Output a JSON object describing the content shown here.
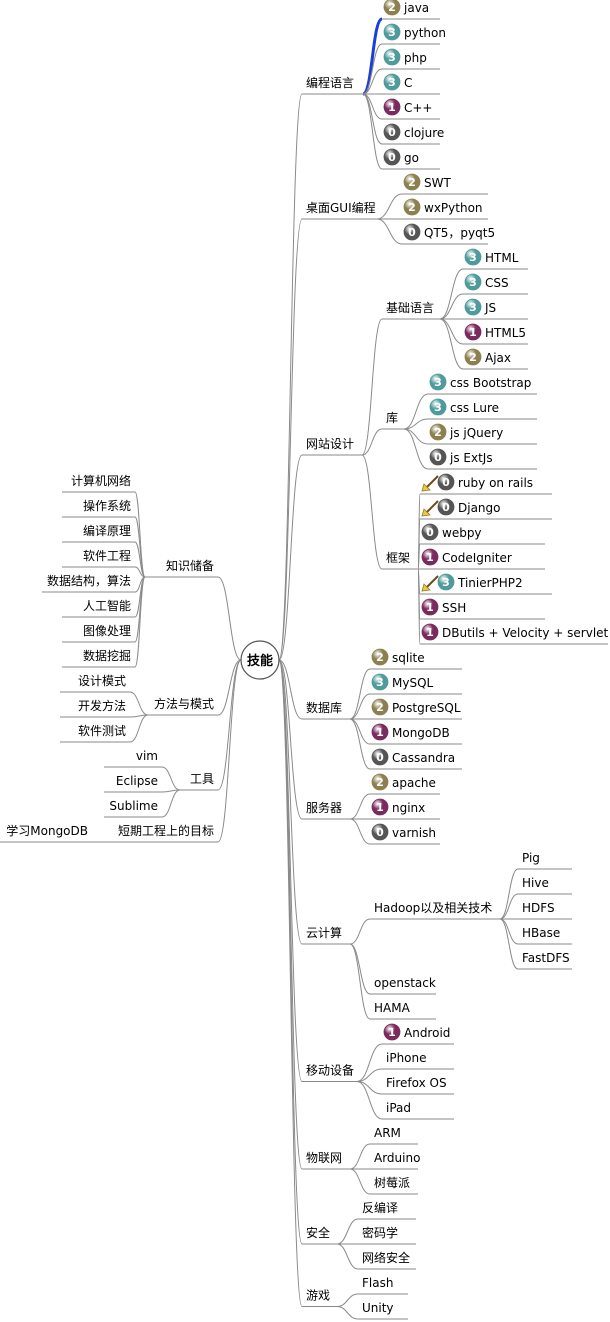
{
  "root": "技能",
  "right": [
    {
      "label": "编程语言",
      "children": [
        {
          "label": "java",
          "badge": "2",
          "selected": true
        },
        {
          "label": "python",
          "badge": "3"
        },
        {
          "label": "php",
          "badge": "3"
        },
        {
          "label": "C",
          "badge": "3"
        },
        {
          "label": "C++",
          "badge": "1"
        },
        {
          "label": "clojure",
          "badge": "0"
        },
        {
          "label": "go",
          "badge": "0"
        }
      ]
    },
    {
      "label": "桌面GUI编程",
      "children": [
        {
          "label": "SWT",
          "badge": "2"
        },
        {
          "label": "wxPython",
          "badge": "2"
        },
        {
          "label": "QT5，pyqt5",
          "badge": "0"
        }
      ]
    },
    {
      "label": "网站设计",
      "children": [
        {
          "label": "基础语言",
          "children": [
            {
              "label": "HTML",
              "badge": "3"
            },
            {
              "label": "CSS",
              "badge": "3"
            },
            {
              "label": "JS",
              "badge": "3"
            },
            {
              "label": "HTML5",
              "badge": "1"
            },
            {
              "label": "Ajax",
              "badge": "2"
            }
          ]
        },
        {
          "label": "库",
          "children": [
            {
              "label": "css   Bootstrap",
              "badge": "3"
            },
            {
              "label": "css   Lure",
              "badge": "3"
            },
            {
              "label": "js   jQuery",
              "badge": "2"
            },
            {
              "label": "js   ExtJs",
              "badge": "0"
            }
          ]
        },
        {
          "label": "框架",
          "children": [
            {
              "label": "ruby on rails",
              "badge": "0",
              "broom": true
            },
            {
              "label": "Django",
              "badge": "0",
              "broom": true
            },
            {
              "label": "webpy",
              "badge": "0"
            },
            {
              "label": "CodeIgniter",
              "badge": "1"
            },
            {
              "label": "TinierPHP2",
              "badge": "3",
              "broom": true
            },
            {
              "label": "SSH",
              "badge": "1"
            },
            {
              "label": "DButils + Velocity + servlet",
              "badge": "1"
            }
          ]
        }
      ]
    },
    {
      "label": "数据库",
      "children": [
        {
          "label": "sqlite",
          "badge": "2"
        },
        {
          "label": "MySQL",
          "badge": "3"
        },
        {
          "label": "PostgreSQL",
          "badge": "2"
        },
        {
          "label": "MongoDB",
          "badge": "1"
        },
        {
          "label": "Cassandra",
          "badge": "0"
        }
      ]
    },
    {
      "label": "服务器",
      "children": [
        {
          "label": "apache",
          "badge": "2"
        },
        {
          "label": "nginx",
          "badge": "1"
        },
        {
          "label": "varnish",
          "badge": "0"
        }
      ]
    },
    {
      "label": "云计算",
      "children": [
        {
          "label": "Hadoop以及相关技术",
          "children": [
            {
              "label": "Pig"
            },
            {
              "label": "Hive"
            },
            {
              "label": "HDFS"
            },
            {
              "label": "HBase"
            },
            {
              "label": "FastDFS"
            }
          ]
        },
        {
          "label": "openstack"
        },
        {
          "label": "HAMA"
        }
      ]
    },
    {
      "label": "移动设备",
      "children": [
        {
          "label": "Android",
          "badge": "1"
        },
        {
          "label": "iPhone"
        },
        {
          "label": "Firefox OS"
        },
        {
          "label": "iPad"
        }
      ]
    },
    {
      "label": "物联网",
      "children": [
        {
          "label": "ARM"
        },
        {
          "label": "Arduino"
        },
        {
          "label": "树莓派"
        }
      ]
    },
    {
      "label": "安全",
      "children": [
        {
          "label": "反编译"
        },
        {
          "label": "密码学"
        },
        {
          "label": "网络安全"
        }
      ]
    },
    {
      "label": "游戏",
      "children": [
        {
          "label": "Flash"
        },
        {
          "label": "Unity"
        }
      ]
    }
  ],
  "left": [
    {
      "label": "知识储备",
      "children": [
        {
          "label": "计算机网络"
        },
        {
          "label": "操作系统"
        },
        {
          "label": "编译原理"
        },
        {
          "label": "软件工程"
        },
        {
          "label": "数据结构，算法"
        },
        {
          "label": "人工智能"
        },
        {
          "label": "图像处理"
        },
        {
          "label": "数据挖掘"
        }
      ]
    },
    {
      "label": "方法与模式",
      "children": [
        {
          "label": "设计模式"
        },
        {
          "label": "开发方法"
        },
        {
          "label": "软件测试"
        }
      ]
    },
    {
      "label": "工具",
      "children": [
        {
          "label": "vim"
        },
        {
          "label": "Eclipse"
        },
        {
          "label": "Sublime"
        }
      ]
    },
    {
      "label": "短期工程上的目标",
      "children": [
        {
          "label": "学习MongoDB"
        }
      ]
    }
  ],
  "colors": {
    "line": "#8a8a8a",
    "selected": "#1a3fd8",
    "badge0": "#555555",
    "badge1": "#7b2a5e",
    "badge2": "#8c8050",
    "badge3": "#4f9a9a"
  }
}
